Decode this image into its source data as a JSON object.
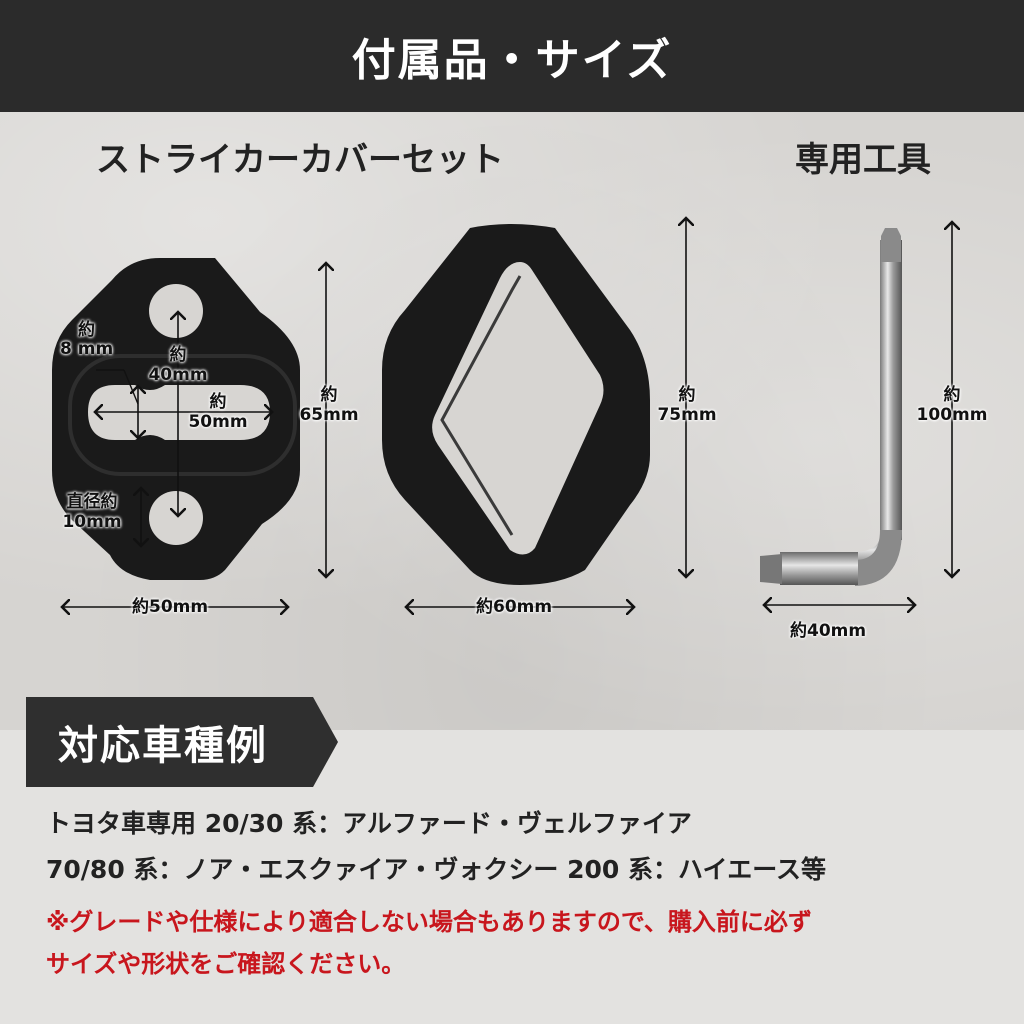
{
  "header": {
    "title": "付属品・サイズ"
  },
  "sections": {
    "striker_set": "ストライカーカバーセット",
    "tool": "専用工具"
  },
  "dimensions": {
    "slot_width_a": "約",
    "slot_width_b": "8 mm",
    "hole_spacing_a": "約",
    "hole_spacing_b": "40mm",
    "slot_length_a": "約",
    "slot_length_b": "50mm",
    "hole_diameter_a": "直径約",
    "hole_diameter_b": "10mm",
    "plate_height_a": "約",
    "plate_height_b": "65mm",
    "plate_width": "約50mm",
    "ring_height_a": "約",
    "ring_height_b": "75mm",
    "ring_width": "約60mm",
    "tool_height_a": "約",
    "tool_height_b": "100mm",
    "tool_width": "約40mm"
  },
  "compat": {
    "title": "対応車種例",
    "line1": "トヨタ車専用 20/30 系：アルファード・ヴェルファイア",
    "line2": "70/80 系：ノア・エスクァイア・ヴォクシー 200 系：ハイエース等"
  },
  "note": {
    "line1": "※グレードや仕様により適合しない場合もありますので、購入前に必ず",
    "line2": "サイズや形状をご確認ください。"
  },
  "colors": {
    "header_bg": "#2b2b2b",
    "note_red": "#c8161d",
    "part_black": "#1a1a1a"
  }
}
